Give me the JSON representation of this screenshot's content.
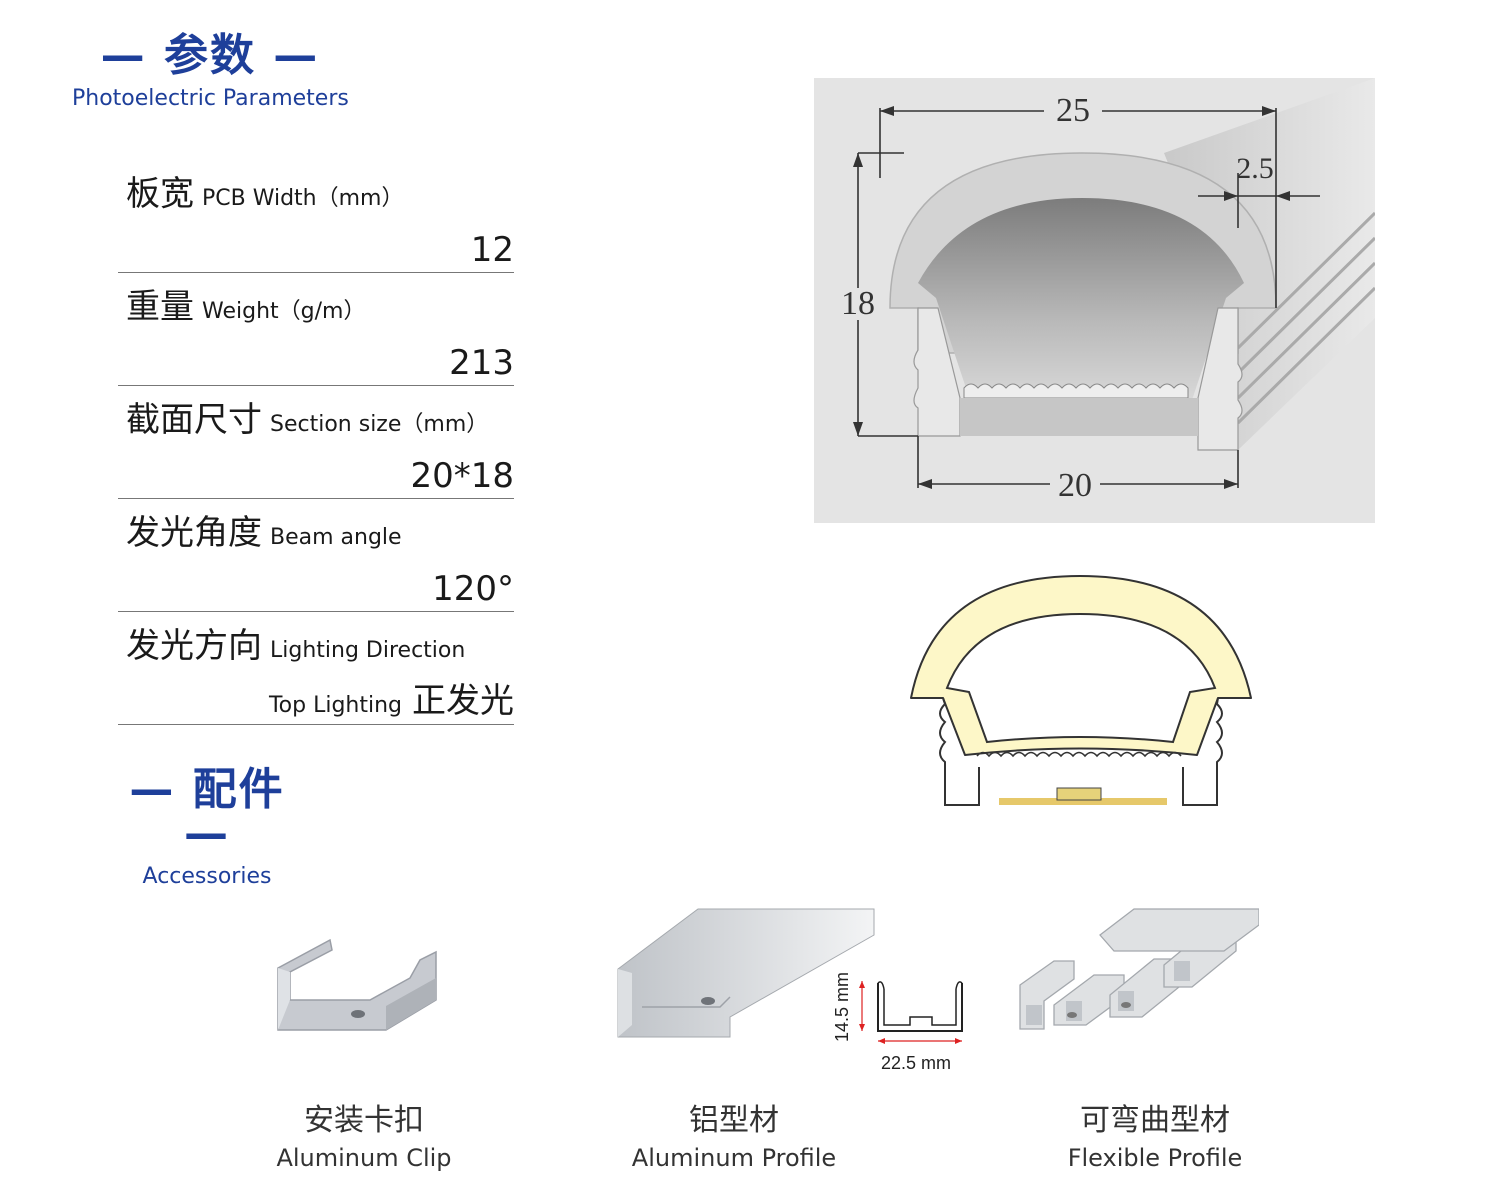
{
  "params_section": {
    "title_cn": "— 参数 —",
    "title_en": "Photoelectric Parameters"
  },
  "params": [
    {
      "label_cn": "板宽",
      "label_en": "PCB Width（mm）",
      "value": "12"
    },
    {
      "label_cn": "重量",
      "label_en": "Weight（g/m）",
      "value": "213"
    },
    {
      "label_cn": "截面尺寸",
      "label_en": "Section size（mm）",
      "value": "20*18"
    },
    {
      "label_cn": "发光角度",
      "label_en": "Beam angle",
      "value": "120°"
    },
    {
      "label_cn": "发光方向",
      "label_en": "Lighting Direction",
      "value_en": "Top Lighting",
      "value": "正发光"
    }
  ],
  "section_diagram": {
    "width_top": "25",
    "wall": "2.5",
    "height": "18",
    "width_bottom": "20"
  },
  "accessories_section": {
    "title_cn": "— 配件 —",
    "title_en": "Accessories"
  },
  "accessories": [
    {
      "name_cn": "安装卡扣",
      "name_en": "Aluminum Clip"
    },
    {
      "name_cn": "铝型材",
      "name_en": "Aluminum Profile",
      "dim_height": "14.5 mm",
      "dim_width": "22.5 mm"
    },
    {
      "name_cn": "可弯曲型材",
      "name_en": "Flexible Profile"
    }
  ],
  "colors": {
    "heading_blue": "#1e3f9a",
    "glow_fill": "#fdf7c8",
    "panel_gray": "#e4e4e4"
  }
}
